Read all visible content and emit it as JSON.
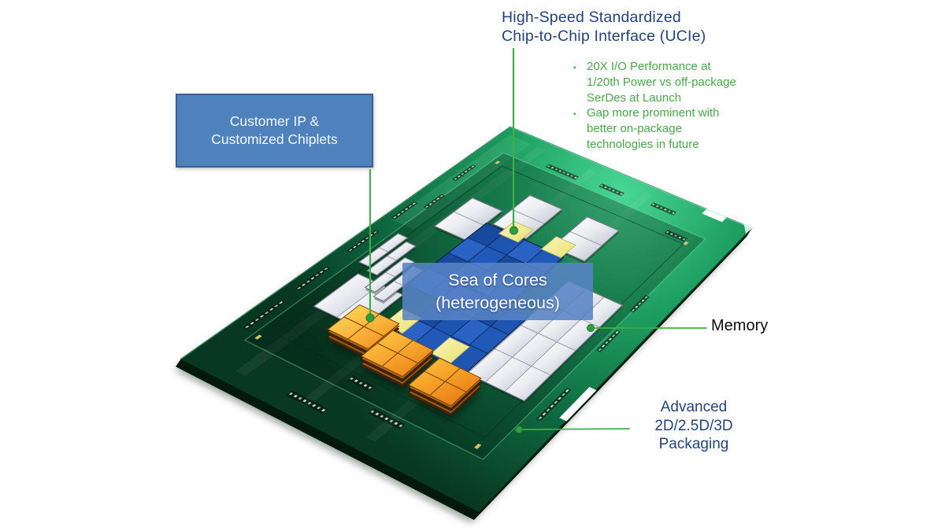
{
  "labels": {
    "ucie_heading": [
      "High-Speed Standardized",
      "Chip-to-Chip Interface (UCIe)"
    ],
    "bullet_marker": "▪",
    "ucie_bullets": [
      {
        "lines": [
          "20X I/O Performance at",
          "1/20th Power vs off-package",
          "SerDes at Launch"
        ]
      },
      {
        "lines": [
          "Gap more prominent with",
          "better on-package",
          "technologies in future"
        ]
      }
    ],
    "customer_box": [
      "Customer IP &",
      "Customized Chiplets"
    ],
    "sea_of_cores": [
      "Sea of Cores",
      "(heterogeneous)"
    ],
    "memory": "Memory",
    "packaging": [
      "Advanced",
      "2D/2.5D/3D",
      "Packaging"
    ]
  },
  "colors": {
    "heading_blue": "#24437c",
    "bullet_green": "#4aa64b",
    "leader_green": "#3fae4a",
    "leader_dot_green": "#2f9e43",
    "callout_fill": "#4f81bd",
    "callout_border": "#3a5f94",
    "sea_overlay_fill": "#5883c5",
    "package_green_light": "#49d795",
    "package_green_dark": "#083722",
    "core_die_blue": "#1d55b0",
    "chiplet_orange": "#f08a1c",
    "bridge_yellow": "#f2ec94",
    "die_silver": "#dfe2e8",
    "memory_text": "#0d0d0d"
  }
}
